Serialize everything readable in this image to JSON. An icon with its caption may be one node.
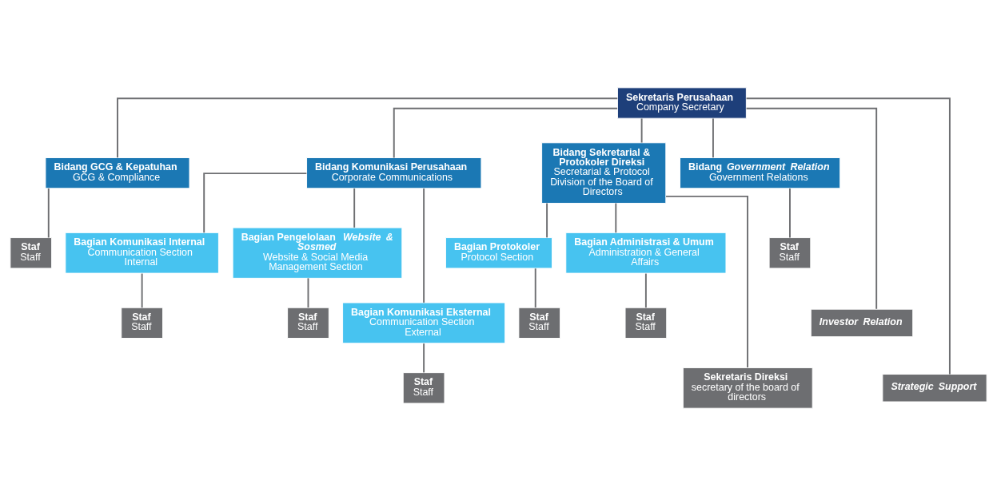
{
  "diagram": {
    "nodes": [
      {
        "text": [
          "Sekretaris Perusahaan",
          "Company Secretary"
        ]
      },
      {
        "text": [
          "Bidang GCG & Kepatuhan",
          "GCG & Compliance"
        ]
      },
      {
        "text": [
          "Bidang Komunikasi Perusahaan",
          "Corporate Communications"
        ]
      },
      {
        "text": [
          "Bidang Sekretarial & Protokoler Direksi",
          "Secretarial & Protocol Division of the Board of Directors"
        ]
      },
      {
        "text": [
          "Bidang *Government Relation*",
          "Government Relations"
        ]
      },
      {
        "text": [
          "Staf",
          "Staff"
        ]
      },
      {
        "text": [
          "Staf",
          "Staff"
        ]
      },
      {
        "text": [
          "Bagian Komunikasi Internal",
          "Communication Section Internal"
        ]
      },
      {
        "text": [
          "Bagian Pengelolaan *Website & Sosmed*",
          "Website & Social Media Management Section"
        ]
      },
      {
        "text": [
          "Bagian Protokoler",
          "Protocol Section"
        ]
      },
      {
        "text": [
          "Bagian Administrasi & Umum",
          "Administration & General Affairs"
        ]
      },
      {
        "text": [
          "Bagian Komunikasi Eksternal",
          "Communication Section External"
        ]
      },
      {
        "text": [
          "Investor Relation"
        ]
      },
      {
        "text": [
          "Staf",
          "Staff"
        ]
      },
      {
        "text": [
          "Staf",
          "Staff"
        ]
      },
      {
        "text": [
          "Staf",
          "Staff"
        ]
      },
      {
        "text": [
          "Staf",
          "Staff"
        ]
      },
      {
        "text": [
          "Sekretaris Direksi",
          "secretary of the board of directors"
        ]
      },
      {
        "text": [
          "Strategic Support"
        ]
      },
      {
        "text": [
          "Staf",
          "Staff"
        ]
      }
    ],
    "edges": [
      {
        "from": 0,
        "to": 1,
        "arrow": "none"
      },
      {
        "from": 0,
        "to": 2,
        "arrow": "none"
      },
      {
        "from": 0,
        "to": 3,
        "arrow": "none"
      },
      {
        "from": 0,
        "to": 4,
        "arrow": "none"
      },
      {
        "from": 0,
        "to": 12,
        "arrow": "none"
      },
      {
        "from": 0,
        "to": 18,
        "arrow": "none"
      },
      {
        "from": 1,
        "to": 5,
        "arrow": "none"
      },
      {
        "from": 2,
        "to": 7,
        "arrow": "none"
      },
      {
        "from": 2,
        "to": 8,
        "arrow": "none"
      },
      {
        "from": 2,
        "to": 11,
        "arrow": "none"
      },
      {
        "from": 7,
        "to": 13,
        "arrow": "none"
      },
      {
        "from": 8,
        "to": 14,
        "arrow": "none"
      },
      {
        "from": 11,
        "to": 19,
        "arrow": "none"
      },
      {
        "from": 3,
        "to": 9,
        "arrow": "none"
      },
      {
        "from": 3,
        "to": 10,
        "arrow": "none"
      },
      {
        "from": 3,
        "to": 17,
        "arrow": "none"
      },
      {
        "from": 9,
        "to": 15,
        "arrow": "none"
      },
      {
        "from": 10,
        "to": 16,
        "arrow": "none"
      },
      {
        "from": 4,
        "to": 6,
        "arrow": "none"
      }
    ]
  }
}
